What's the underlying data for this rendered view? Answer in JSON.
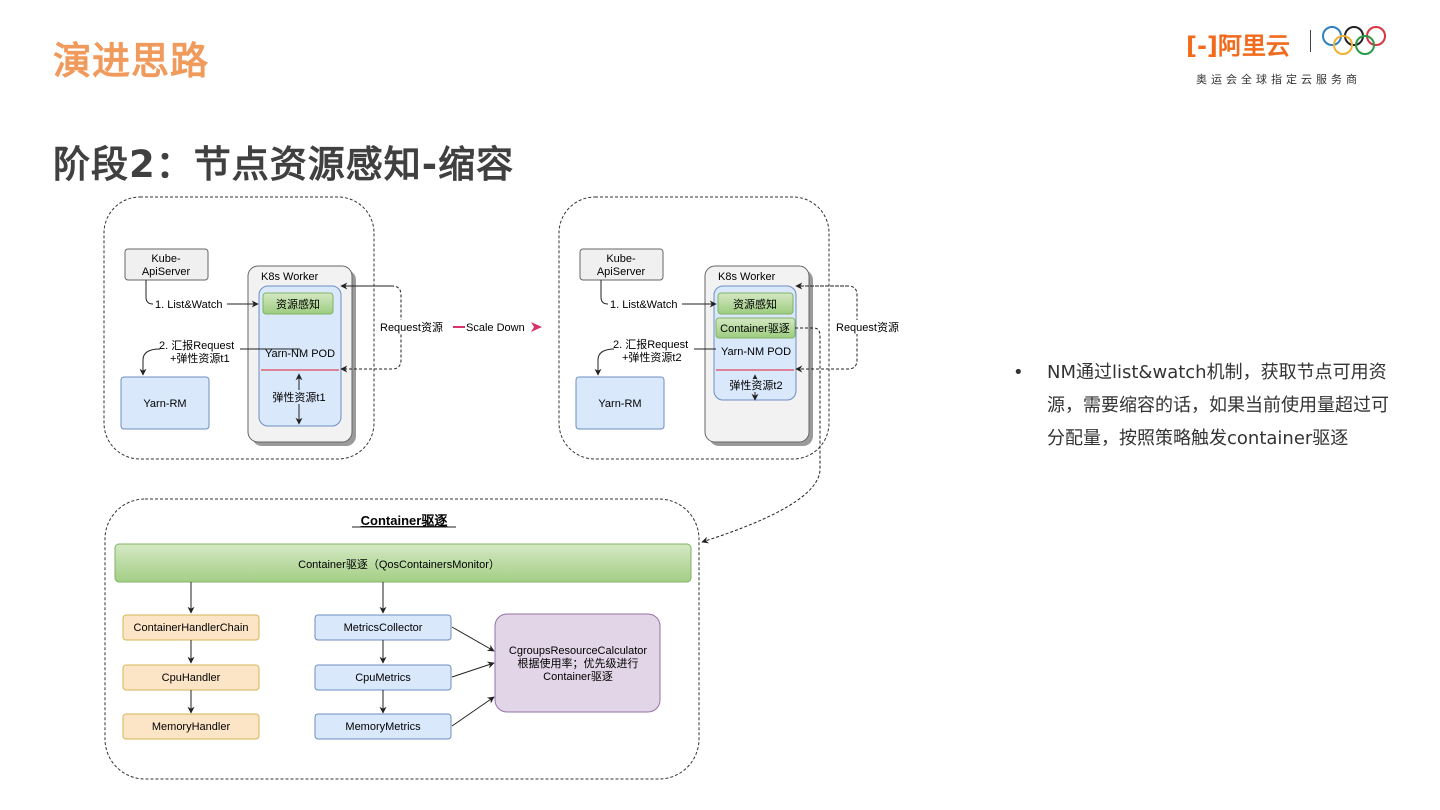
{
  "header": {
    "section_title": "演进思路",
    "slide_title": "阶段2：节点资源感知-缩容"
  },
  "logo": {
    "brand": "阿里云",
    "tagline": "奥运会全球指定云服务商",
    "brand_color": "#f26b1d"
  },
  "colors": {
    "section_title": "#f09a5c",
    "green_box": "#b5d99c",
    "blue_box": "#dae8fc",
    "orange_box": "#fce4c7",
    "purple_box": "#e1d5e7",
    "scale_arrow": "#d6336c",
    "red_line": "#e0455a"
  },
  "diagram_before": {
    "kube_api": "Kube-\nApiServer",
    "k8s_worker": "K8s Worker",
    "resource_aware": "资源感知",
    "yarn_nm_pod": "Yarn-NM POD",
    "elastic": "弹性资源t1",
    "yarn_rm": "Yarn-RM",
    "step1": "1. List&Watch",
    "step2_line1": "2. 汇报Request",
    "step2_line2": "+弹性资源t1",
    "request_label": "Request资源"
  },
  "transition": {
    "label": "Scale Down"
  },
  "diagram_after": {
    "kube_api": "Kube-\nApiServer",
    "k8s_worker": "K8s Worker",
    "resource_aware": "资源感知",
    "container_evict": "Container驱逐",
    "yarn_nm_pod": "Yarn-NM POD",
    "elastic": "弹性资源t2",
    "yarn_rm": "Yarn-RM",
    "step1": "1. List&Watch",
    "step2_line1": "2. 汇报Request",
    "step2_line2": "+弹性资源t2",
    "request_label": "Request资源"
  },
  "eviction": {
    "title": "Container驱逐",
    "monitor": "Container驱逐（QosContainersMonitor）",
    "handlers": [
      "ContainerHandlerChain",
      "CpuHandler",
      "MemoryHandler"
    ],
    "metrics": [
      "MetricsCollector",
      "CpuMetrics",
      "MemoryMetrics"
    ],
    "calculator_line1": "CgroupsResourceCalculator",
    "calculator_line2": "根据使用率；优先级进行",
    "calculator_line3": "Container驱逐"
  },
  "bullets": [
    "NM通过list&watch机制，获取节点可用资源，需要缩容的话，如果当前使用量超过可分配量，按照策略触发container驱逐"
  ]
}
